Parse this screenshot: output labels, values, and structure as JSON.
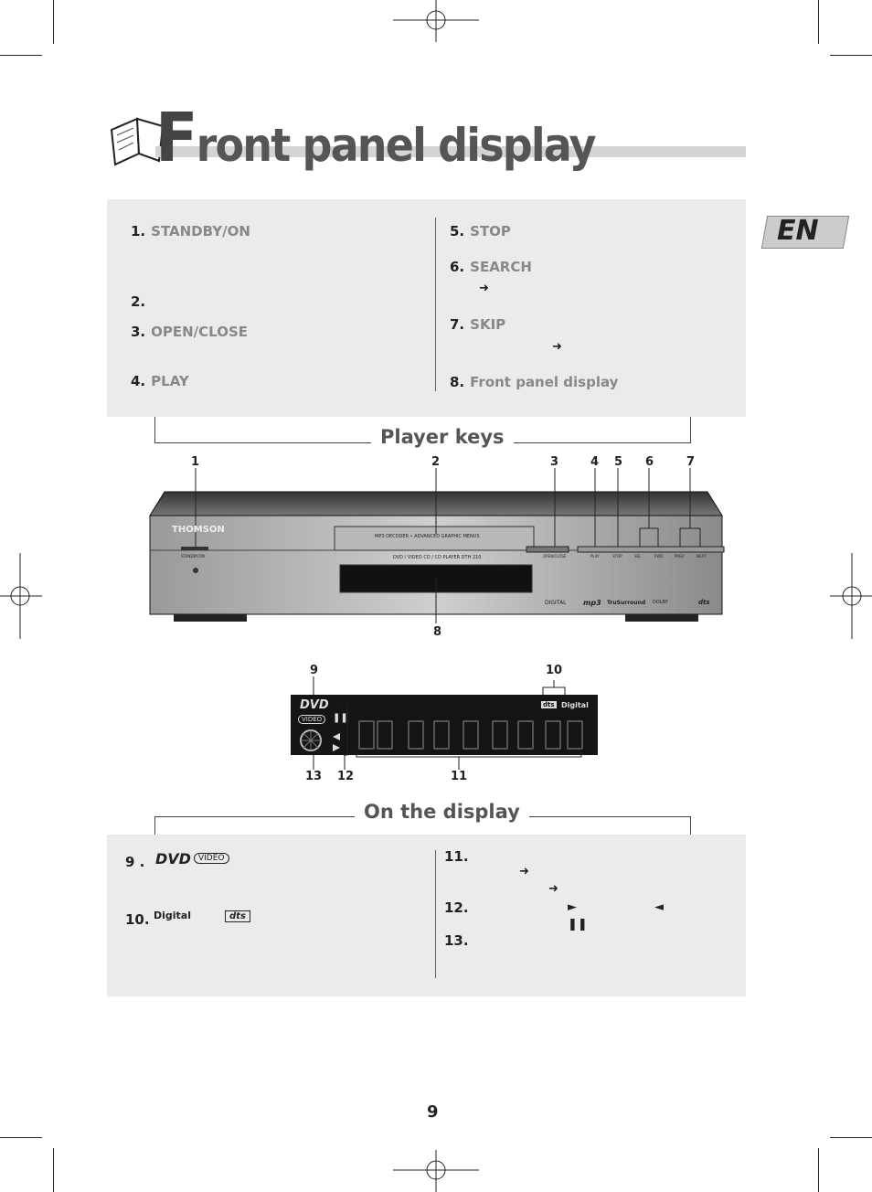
{
  "title": {
    "first_letter": "F",
    "rest": "ront panel display"
  },
  "language_badge": "EN",
  "player_keys_title": "Player keys",
  "on_display_title": "On the display",
  "player_keys": [
    {
      "num": "1.",
      "label": "STANDBY/ON"
    },
    {
      "num": "2.",
      "label": ""
    },
    {
      "num": "3.",
      "label": "OPEN/CLOSE"
    },
    {
      "num": "4.",
      "label": "PLAY"
    },
    {
      "num": "5.",
      "label": "STOP"
    },
    {
      "num": "6.",
      "label": "SEARCH"
    },
    {
      "num": "7.",
      "label": "SKIP"
    },
    {
      "num": "8.",
      "label": "Front panel display"
    }
  ],
  "device": {
    "brand": "THOMSON",
    "badge_text": "MP3 DECODER • ADVANCED GRAPHIC MENUS",
    "model_text": "DVD / VIDEO CD / CD PLAYER DTH 210",
    "standby_label": "STANDBY/ON",
    "open_label": "OPEN/CLOSE",
    "btn_labels": [
      "PLAY",
      "STOP",
      "SEL",
      "FWD",
      "PREV",
      "NEXT"
    ],
    "logos": [
      "DIGITAL",
      "mp3",
      "TruSurround",
      "DOLBY",
      "dts"
    ]
  },
  "callouts_top": [
    "1",
    "2",
    "3",
    "4",
    "5",
    "6",
    "7"
  ],
  "callout_8": "8",
  "display_callouts": {
    "c9": "9",
    "c10": "10",
    "c11": "11",
    "c12": "12",
    "c13": "13"
  },
  "lcd": {
    "dvd": "DVD",
    "video": "VIDEO",
    "dts": "dts",
    "digital": "Digital"
  },
  "display_items": [
    {
      "num": "9 .",
      "icons": "DVD VIDEO"
    },
    {
      "num": "10.",
      "icons": "Digital dts"
    },
    {
      "num": "11.",
      "icons": ""
    },
    {
      "num": "12.",
      "icons": ""
    },
    {
      "num": "13.",
      "icons": ""
    }
  ],
  "page_number": "9"
}
